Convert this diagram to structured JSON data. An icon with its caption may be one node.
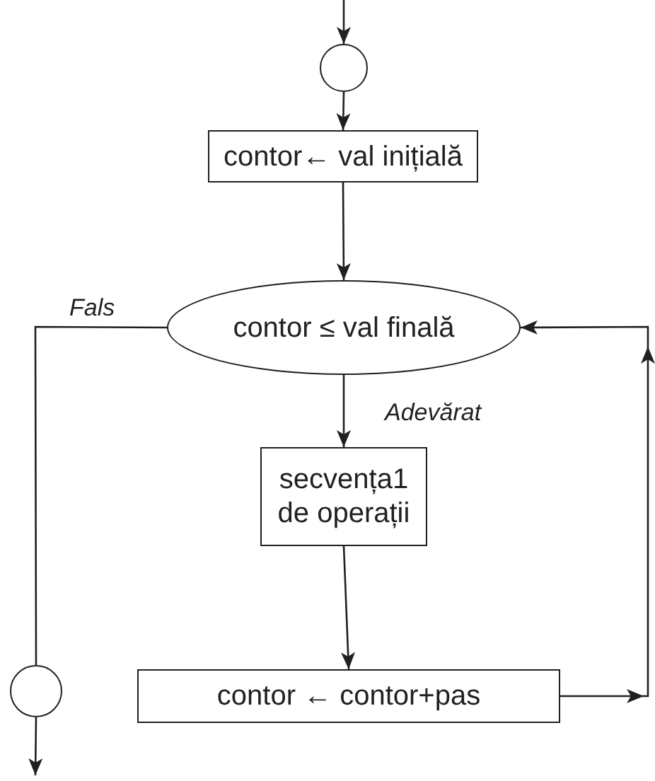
{
  "diagram": {
    "nodes": [
      {
        "text": [],
        "shape": "circle"
      },
      {
        "text": [
          "contor← val inițială"
        ]
      },
      {
        "text": [
          "contor ≤ val finală"
        ]
      },
      {
        "text": [
          "secvența1 de operații"
        ]
      },
      {
        "text": [
          "contor ← contor+pas"
        ]
      },
      {
        "text": [],
        "shape": "circle"
      }
    ],
    "edges": [
      {
        "from": null,
        "to": 0,
        "arrow": "to"
      },
      {
        "from": 0,
        "to": 1,
        "arrow": "to"
      },
      {
        "from": 1,
        "to": 2,
        "arrow": "to"
      },
      {
        "from": 2,
        "to": 3,
        "arrow": "to",
        "label": "Adevărat"
      },
      {
        "from": 3,
        "to": 4,
        "arrow": "to"
      },
      {
        "from": 4,
        "to": 2,
        "arrow": "to"
      },
      {
        "from": 2,
        "to": 5,
        "arrow": "none",
        "label": "Fals"
      },
      {
        "from": 5,
        "to": null,
        "arrow": "to"
      }
    ]
  }
}
